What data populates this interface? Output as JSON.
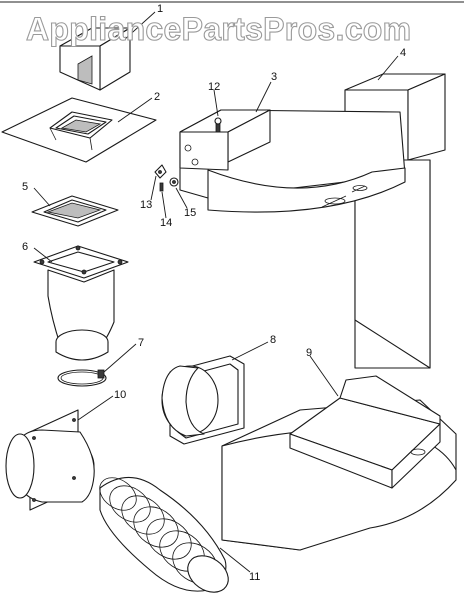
{
  "watermark": "AppliancePartsPros.com",
  "callouts": [
    "1",
    "2",
    "3",
    "4",
    "5",
    "6",
    "7",
    "8",
    "9",
    "10",
    "11",
    "12",
    "13",
    "14",
    "15"
  ]
}
